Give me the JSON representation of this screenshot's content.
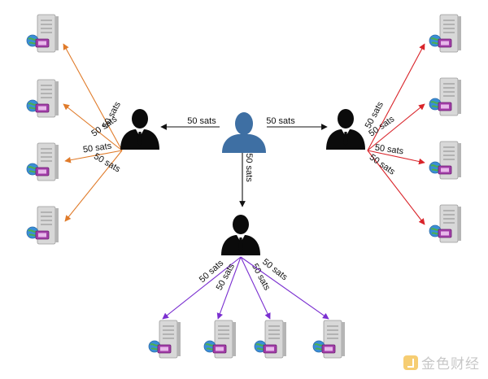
{
  "diagram": {
    "colors": {
      "black": "#111111",
      "orange": "#e07b2a",
      "red": "#d9242a",
      "purple": "#7a2fd0",
      "origin_person": "#3e6fa3",
      "person": "#0b0b0b",
      "server_body": "#d8d8d8",
      "server_accent": "#a23ea8",
      "globe": "#3a8ed8"
    },
    "nodes": {
      "origin": {
        "kind": "origin-person"
      },
      "left_hub": {
        "kind": "person"
      },
      "right_hub": {
        "kind": "person"
      },
      "bottom_hub": {
        "kind": "person"
      },
      "left_servers": [
        "server",
        "server",
        "server",
        "server"
      ],
      "right_servers": [
        "server",
        "server",
        "server",
        "server"
      ],
      "bottom_servers": [
        "server",
        "server",
        "server",
        "server"
      ]
    },
    "edges": {
      "origin_to_left": "50 sats",
      "origin_to_right": "50 sats",
      "origin_to_bottom": "50 sats",
      "left_labels": [
        "50 sats",
        "50 sats",
        "50 sats",
        "50 sats"
      ],
      "right_labels": [
        "50 sats",
        "50 sats",
        "50 sats",
        "50 sats"
      ],
      "bottom_labels": [
        "50 sats",
        "50 sats",
        "50 sats",
        "50 sats"
      ]
    }
  },
  "watermark": {
    "text": "金色财经"
  }
}
